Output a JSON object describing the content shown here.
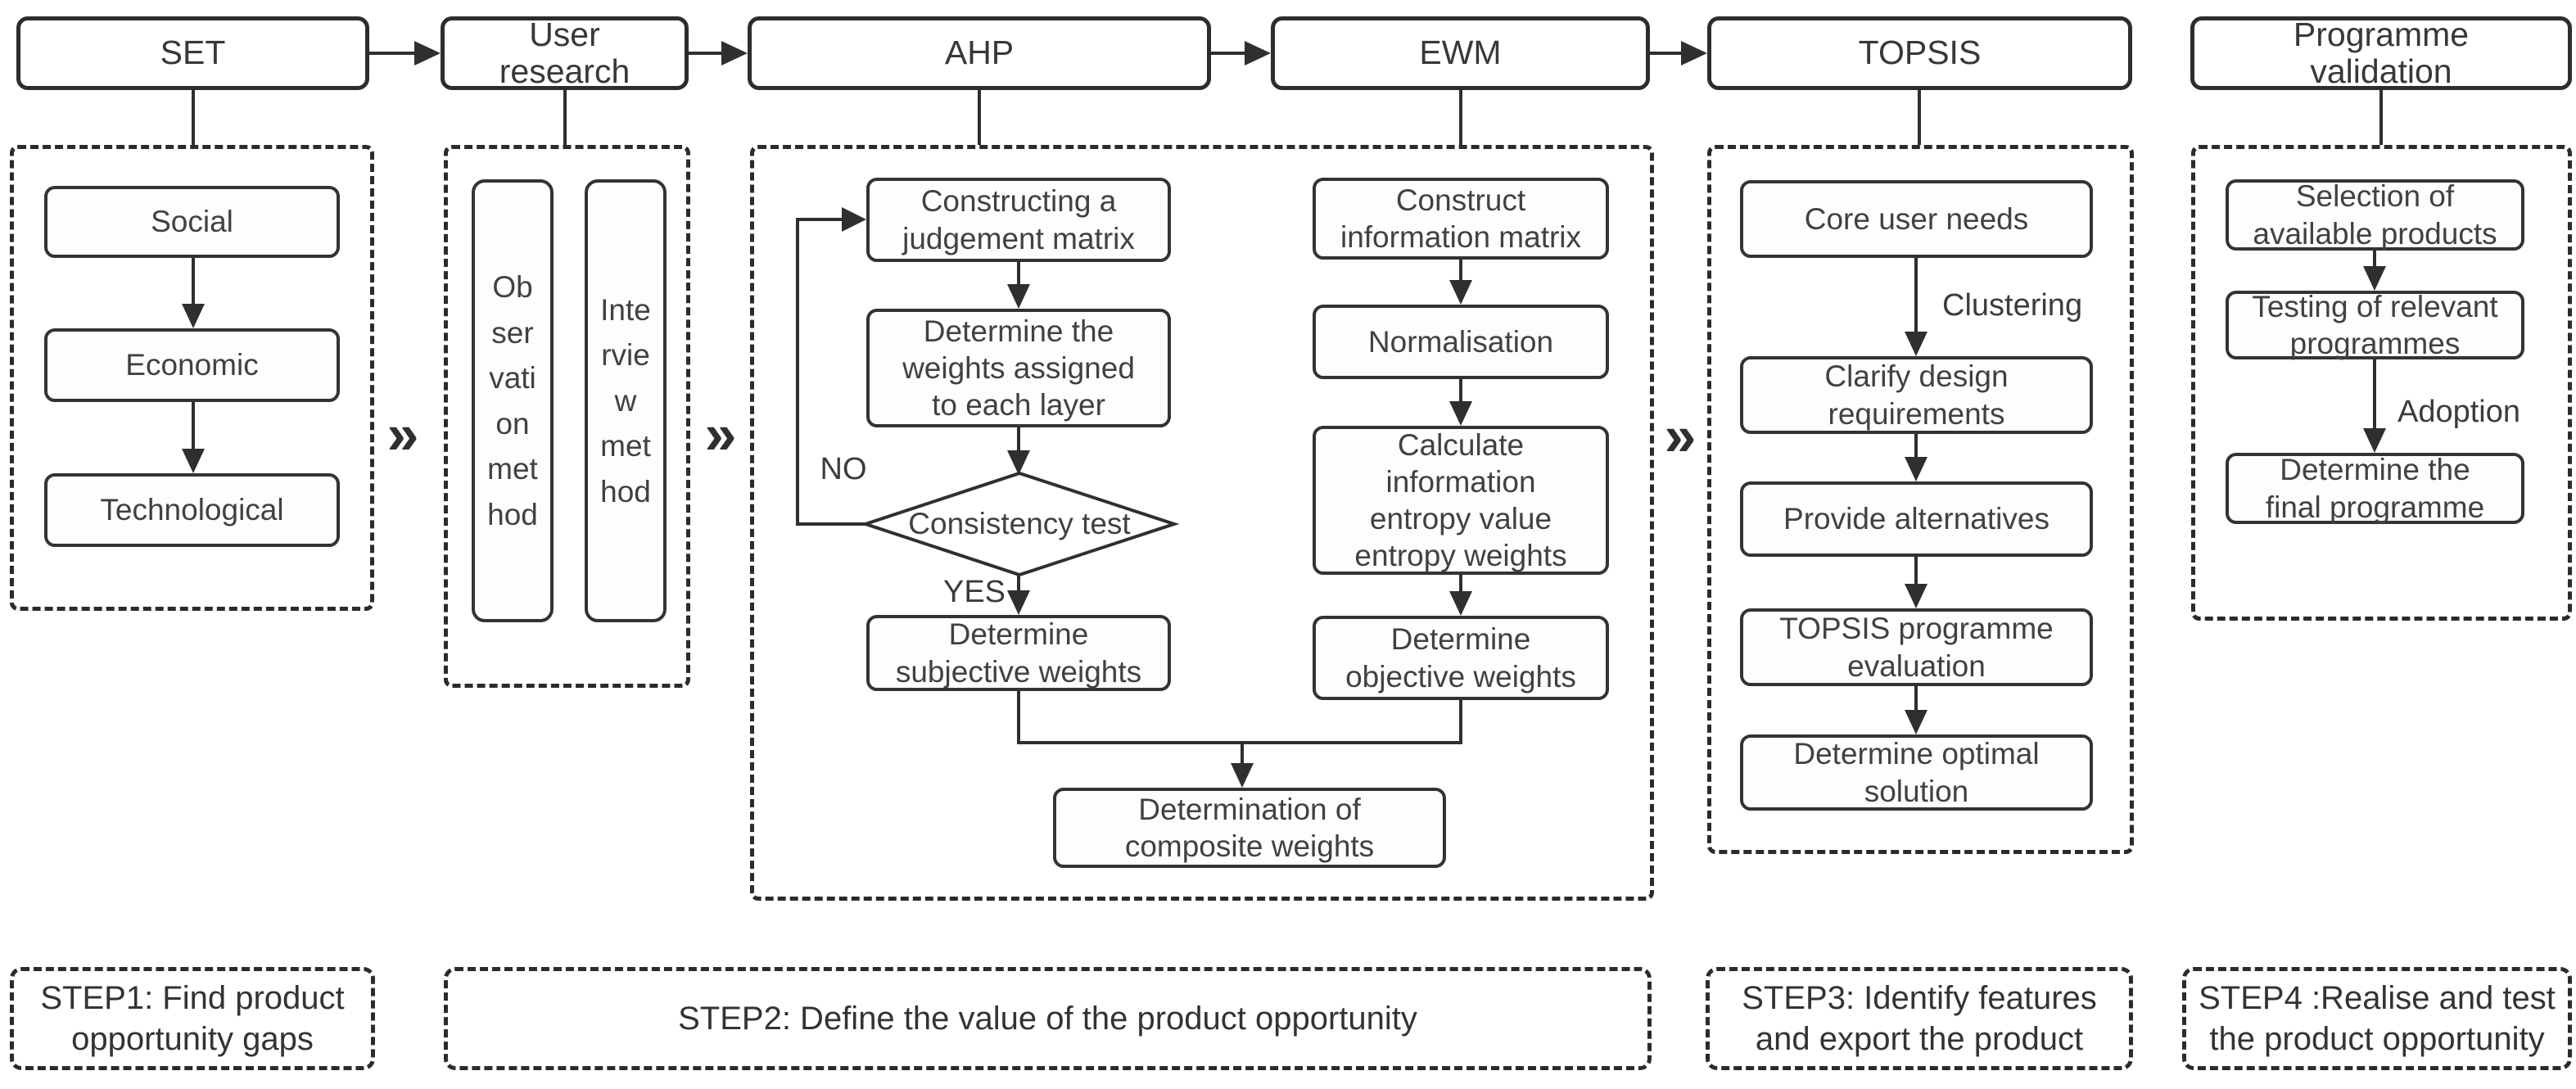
{
  "headers": {
    "set": "SET",
    "user_research": "User\nresearch",
    "ahp": "AHP",
    "ewm": "EWM",
    "topsis": "TOPSIS",
    "validation": "Programme\nvalidation"
  },
  "set": {
    "social": "Social",
    "economic": "Economic",
    "technological": "Technological"
  },
  "user_research": {
    "observation": "Observation method",
    "interview": "Interview method"
  },
  "ahp": {
    "construct": "Constructing a\njudgement matrix",
    "weights": "Determine the\nweights assigned\nto each layer",
    "diamond": "Consistency test",
    "no_label": "NO",
    "yes_label": "YES",
    "subjective": "Determine\nsubjective weights"
  },
  "ewm": {
    "matrix": "Construct\ninformation matrix",
    "normalisation": "Normalisation",
    "entropy": "Calculate\ninformation\nentropy value\nentropy weights",
    "objective": "Determine\nobjective weights"
  },
  "composite": "Determination of\ncomposite weights",
  "topsis": {
    "core": "Core user needs",
    "clustering_label": "Clustering",
    "clarify": "Clarify design\nrequirements",
    "provide": "Provide alternatives",
    "evaluation": "TOPSIS programme\nevaluation",
    "optimal": "Determine optimal\nsolution"
  },
  "validation": {
    "selection": "Selection of\navailable products",
    "testing": "Testing of relevant\nprogrammes",
    "adoption_label": "Adoption",
    "final": "Determine the\nfinal programme"
  },
  "steps": {
    "step1": "STEP1: Find product\nopportunity gaps",
    "step2": "STEP2: Define the value of the product opportunity",
    "step3": "STEP3: Identify features\nand export the product",
    "step4": "STEP4 :Realise and test\nthe product opportunity"
  },
  "icons": {
    "chevron": "»"
  },
  "colors": {
    "line": "#2f2f2f",
    "text": "#414141",
    "background": "#ffffff"
  }
}
